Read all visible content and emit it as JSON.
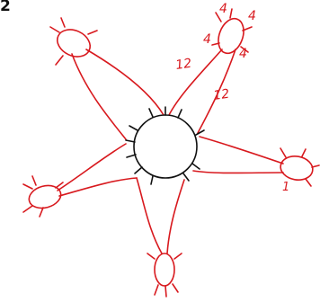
{
  "problem_number": "2",
  "edge_labels": [
    "12",
    "12"
  ],
  "top_right_node_labels": [
    "4",
    "4",
    "4",
    "4"
  ],
  "right_node_label": "1",
  "colors": {
    "ink": "#d8191e",
    "center": "#111111"
  }
}
